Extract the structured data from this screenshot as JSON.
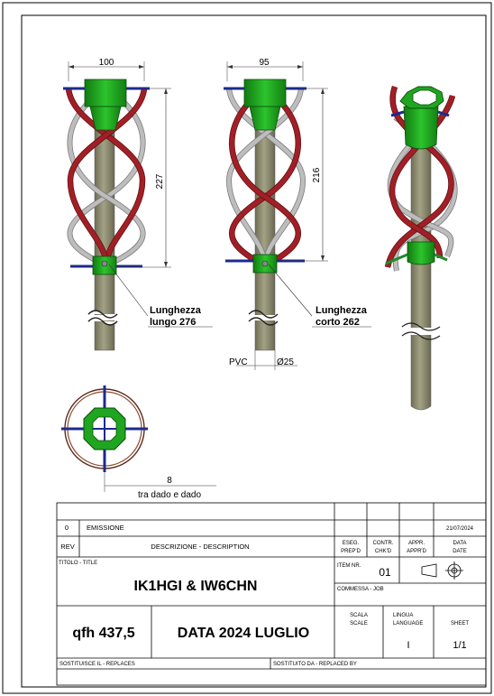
{
  "dimensions": {
    "front_width": "100",
    "front_height": "227",
    "side_width": "95",
    "side_height": "216",
    "pvc": "PVC",
    "diameter": "Ø25",
    "nut_gap": "8",
    "nut_gap_label": "tra dado e dado"
  },
  "notes": {
    "long_line1": "Lunghezza",
    "long_line2": "lungo 276",
    "short_line1": "Lunghezza",
    "short_line2": "corto 262"
  },
  "title_block": {
    "rev_number": "0",
    "rev_desc": "EMISSIONE",
    "rev_date": "21/07/2024",
    "hdr_rev": "REV",
    "hdr_desc": "DESCRIZIONE - DESCRIPTION",
    "hdr_prep_1": "ESEG.",
    "hdr_prep_2": "PREP'D",
    "hdr_chk_1": "CONTR.",
    "hdr_chk_2": "CHK'D",
    "hdr_appr_1": "APPR.",
    "hdr_appr_2": "APPR'D",
    "hdr_date_1": "DATA",
    "hdr_date_2": "DATE",
    "titolo_label": "TITOLO - TITLE",
    "title": "IK1HGI  & IW6CHN",
    "item_label": "ITEM NR.",
    "item_value": "01",
    "commessa_label": "COMMESSA - JOB",
    "freq": "qfh 437,5",
    "data_text": "DATA 2024 LUGLIO",
    "scala_1": "SCALA",
    "scala_2": "SCALE",
    "lingua_1": "LINGUA",
    "lingua_2": "LANGUAGE",
    "lingua_value": "I",
    "sheet_label": "SHEET",
    "sheet_value": "1/1",
    "replaces_label": "SOSTITUISCE IL - REPLACES",
    "replaced_label": "SOSTITUITO DA - REPLACED BY"
  },
  "colors": {
    "pipe": "#8d8b6e",
    "element_red": "#9b1c22",
    "element_grey": "#b3b3b3",
    "mount_green": "#1ea51e",
    "bolt_blue": "#1d2a8c"
  }
}
